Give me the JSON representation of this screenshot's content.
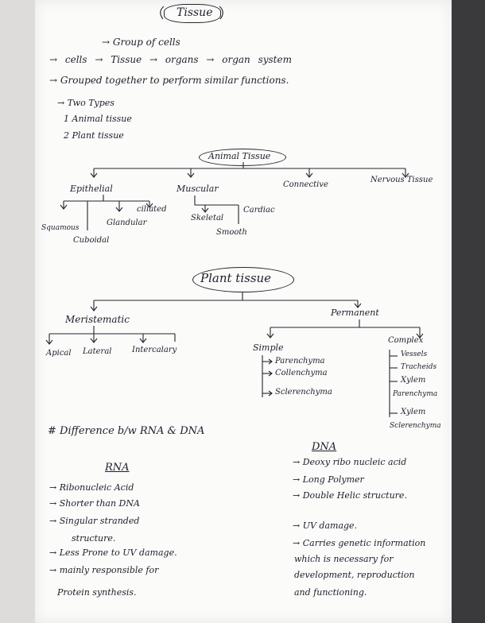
{
  "title": "Tissue",
  "intro": {
    "line1": "→ Group of cells",
    "line2": "→ cells → Tissue → organs → organ system",
    "line3": "→ Grouped together to perform similar functions."
  },
  "types": {
    "heading": "→ Two Types",
    "item1": "1 Animal tissue",
    "item2": "2 Plant tissue"
  },
  "animal": {
    "title": "Animal Tissue",
    "epithelial": "Epithelial",
    "muscular": "Muscular",
    "connective": "Connective",
    "nervous": "Nervous Tissue",
    "squamous": "Squamous",
    "glandular": "Glandular",
    "ciliated": "ciliated",
    "cuboidal": "Cuboidal",
    "skeletal": "Skeletal",
    "cardiac": "Cardiac",
    "smooth": "Smooth"
  },
  "plant": {
    "title": "Plant tissue",
    "meristematic": "Meristematic",
    "permanent": "Permanent",
    "apical": "Apical",
    "lateral": "Lateral",
    "intercalary": "Intercalary",
    "simple": "Simple",
    "parenchyma": "Parenchyma",
    "collenchyma": "Collenchyma",
    "sclerenchyma": "Sclerenchyma",
    "complex": "Complex",
    "vessels": "Vessels",
    "tracheids": "Tracheids",
    "xylem": "Xylem",
    "parenchyma2": "Parenchyma",
    "xylem2": "Xylem",
    "sclerenchyma2": "Sclerenchyma"
  },
  "difference": {
    "heading": "# Difference b/w RNA & DNA",
    "rna_title": "RNA",
    "rna_1": "→ Ribonucleic Acid",
    "rna_2": "→ Shorter than DNA",
    "rna_3a": "→ Singular stranded",
    "rna_3b": "structure.",
    "rna_4": "→ Less Prone to UV damage.",
    "rna_5a": "→ mainly responsible for",
    "rna_5b": "Protein synthesis.",
    "dna_title": "DNA",
    "dna_1": "→ Deoxy ribo nucleic acid",
    "dna_2": "→ Long Polymer",
    "dna_3": "→ Double Helic structure.",
    "dna_4": "→ UV damage.",
    "dna_5a": "→ Carries genetic information",
    "dna_5b": "which is necessary for",
    "dna_5c": "development, reproduction",
    "dna_5d": "and functioning."
  }
}
